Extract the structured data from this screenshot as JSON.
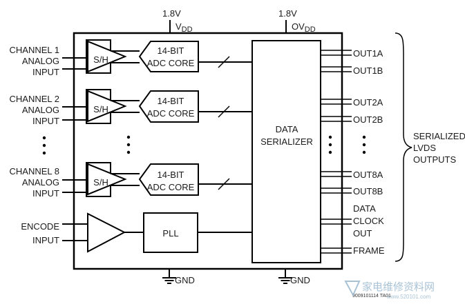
{
  "power": {
    "vdd_voltage": "1.8V",
    "vdd_label": "V",
    "vdd_sub": "DD",
    "ovdd_voltage": "1.8V",
    "ovdd_label": "OV",
    "ovdd_sub": "DD"
  },
  "ground": {
    "left": "GND",
    "right": "GND"
  },
  "inputs": {
    "channel1": [
      "CHANNEL 1",
      "ANALOG",
      "INPUT"
    ],
    "channel2": [
      "CHANNEL 2",
      "ANALOG",
      "INPUT"
    ],
    "channel8": [
      "CHANNEL 8",
      "ANALOG",
      "INPUT"
    ],
    "encode": [
      "ENCODE",
      "INPUT"
    ]
  },
  "blocks": {
    "sh": "S/H",
    "adc": [
      "14-BIT",
      "ADC CORE"
    ],
    "pll": "PLL",
    "serializer": [
      "DATA",
      "SERIALIZER"
    ]
  },
  "outputs": {
    "out1a": "OUT1A",
    "out1b": "OUT1B",
    "out2a": "OUT2A",
    "out2b": "OUT2B",
    "out8a": "OUT8A",
    "out8b": "OUT8B",
    "dco": [
      "DATA",
      "CLOCK",
      "OUT"
    ],
    "frame": "FRAME"
  },
  "serialized_label": [
    "SERIALIZED",
    "LVDS",
    "OUTPUTS"
  ],
  "figure_code": "9009101114 TA01",
  "watermark": {
    "cn": "家电维修资料网",
    "url": "www.520101.com"
  }
}
